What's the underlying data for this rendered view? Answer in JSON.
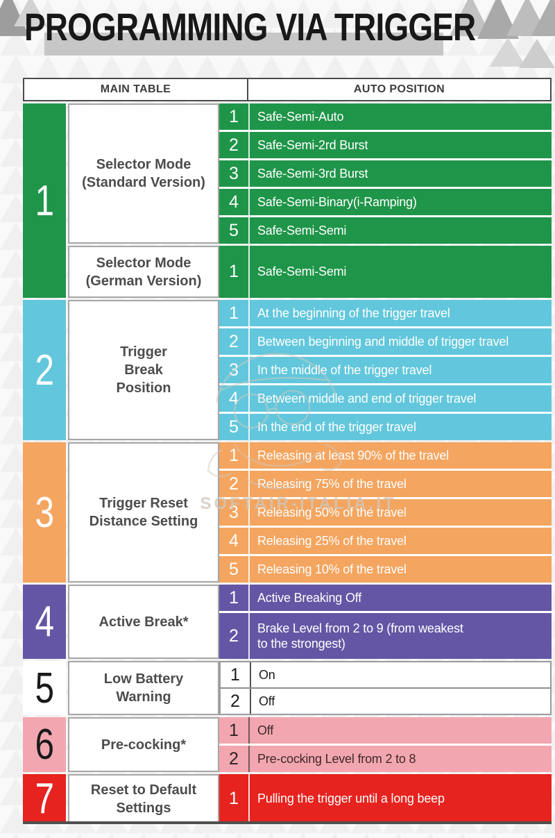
{
  "title": "PROGRAMMING VIA TRIGGER",
  "watermark": {
    "text": "SOFTAIR-ITALIA.IT"
  },
  "table": {
    "headers": {
      "main": "MAIN TABLE",
      "auto": "AUTO POSITION"
    },
    "sections": [
      {
        "num": "1",
        "color": "#1f9549",
        "groups": [
          {
            "label": "Selector Mode\n(Standard Version)",
            "options": [
              {
                "n": "1",
                "text": "Safe-Semi-Auto"
              },
              {
                "n": "2",
                "text": "Safe-Semi-2rd Burst"
              },
              {
                "n": "3",
                "text": "Safe-Semi-3rd Burst"
              },
              {
                "n": "4",
                "text": "Safe-Semi-Binary(i-Ramping)"
              },
              {
                "n": "5",
                "text": "Safe-Semi-Semi"
              }
            ]
          },
          {
            "label": "Selector Mode\n(German Version)",
            "options": [
              {
                "n": "1",
                "text": "Safe-Semi-Semi"
              }
            ]
          }
        ]
      },
      {
        "num": "2",
        "color": "#62c7dc",
        "groups": [
          {
            "label": "Trigger\nBreak\nPosition",
            "options": [
              {
                "n": "1",
                "text": "At the beginning of the trigger travel"
              },
              {
                "n": "2",
                "text": "Between beginning and middle of trigger travel"
              },
              {
                "n": "3",
                "text": "In the middle of the trigger travel"
              },
              {
                "n": "4",
                "text": "Between middle and end of trigger travel"
              },
              {
                "n": "5",
                "text": "In the end of the trigger travel"
              }
            ]
          }
        ]
      },
      {
        "num": "3",
        "color": "#f4a55f",
        "groups": [
          {
            "label": "Trigger Reset\nDistance Setting",
            "options": [
              {
                "n": "1",
                "text": "Releasing at least 90% of the travel"
              },
              {
                "n": "2",
                "text": "Releasing 75% of the travel"
              },
              {
                "n": "3",
                "text": "Releasing 50% of the travel"
              },
              {
                "n": "4",
                "text": "Releasing 25% of the travel"
              },
              {
                "n": "5",
                "text": "Releasing 10% of the travel"
              }
            ]
          }
        ]
      },
      {
        "num": "4",
        "color": "#6456a4",
        "groups": [
          {
            "label": "Active Break*",
            "options": [
              {
                "n": "1",
                "text": "Active Breaking Off"
              },
              {
                "n": "2",
                "text": "Brake Level from 2 to 9 (from weakest\nto the strongest)"
              }
            ]
          }
        ]
      },
      {
        "num": "5",
        "color": "#ffffff",
        "groups": [
          {
            "label": "Low Battery\nWarning",
            "options": [
              {
                "n": "1",
                "text": "On"
              },
              {
                "n": "2",
                "text": "Off"
              }
            ]
          }
        ]
      },
      {
        "num": "6",
        "color": "#f2a7b0",
        "groups": [
          {
            "label": "Pre-cocking*",
            "options": [
              {
                "n": "1",
                "text": "Off"
              },
              {
                "n": "2",
                "text": "Pre-cocking Level from 2 to 8"
              }
            ]
          }
        ]
      },
      {
        "num": "7",
        "color": "#e6231f",
        "groups": [
          {
            "label": "Reset to Default\nSettings",
            "options": [
              {
                "n": "1",
                "text": "Pulling the trigger until a long beep"
              }
            ]
          }
        ]
      }
    ]
  }
}
